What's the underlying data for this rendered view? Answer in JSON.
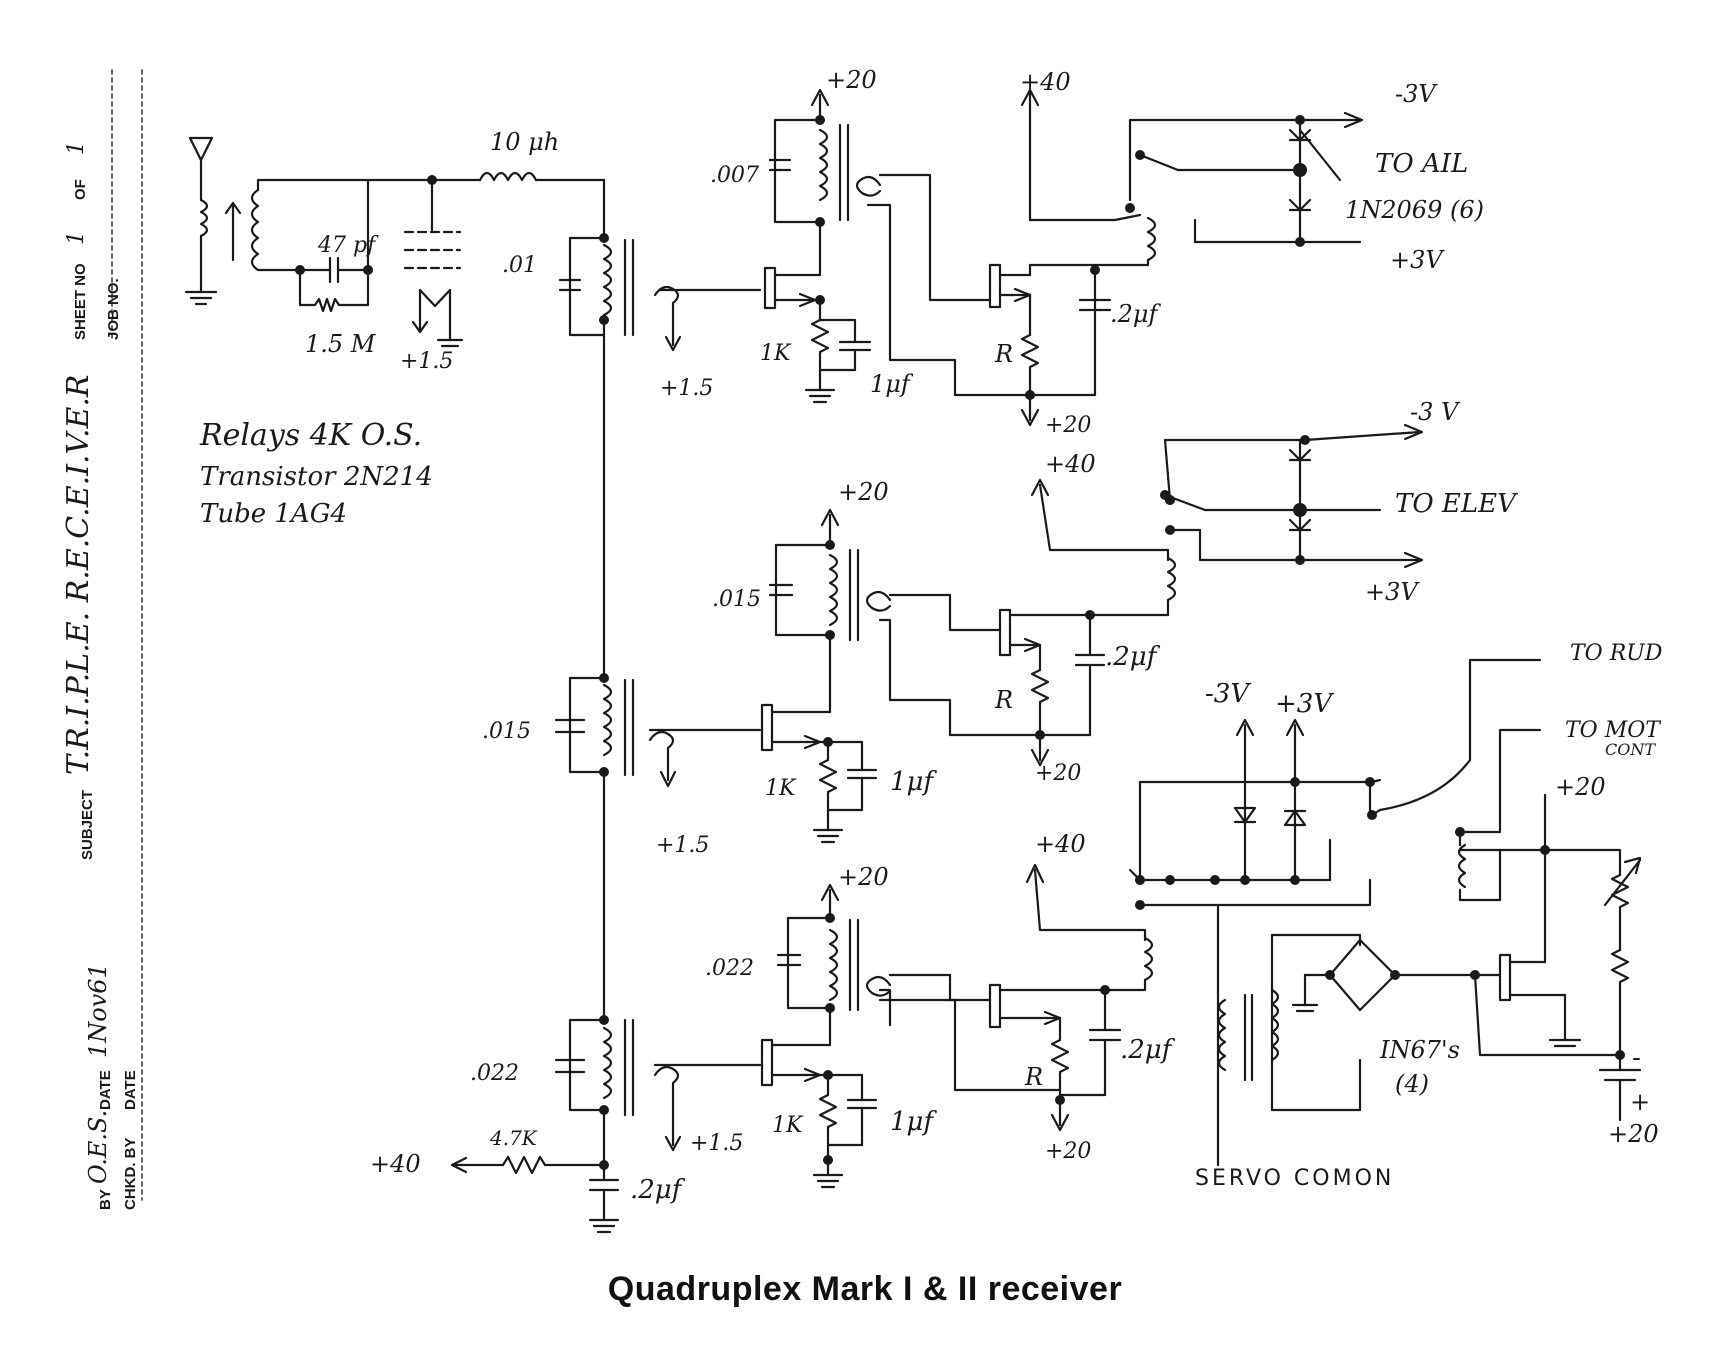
{
  "title_block": {
    "sheet_no_label": "SHEET NO",
    "sheet_no": "1",
    "of_label": "OF",
    "of_value": "1",
    "job_no_label": "JOB NO.",
    "subject_label": "SUBJECT",
    "subject": "T.R.I.P.L.E.   R.E.C.E.I.V.E.R",
    "by_label": "BY",
    "by": "O.E.S.",
    "date_label": "DATE",
    "date": "1Nov61",
    "chkd_label": "CHKD. BY",
    "chkd_date_label": "DATE"
  },
  "notes": {
    "line1": "Relays   4K   O.S.",
    "line2": "Transistor   2N214",
    "line3": "Tube       1AG4"
  },
  "labels": {
    "inductor_10uh": "10 μh",
    "cap_47pf": "47 pf",
    "res_15m": "1.5 M",
    "v15_tube": "+1.5",
    "cap_01": ".01",
    "cap_007": ".007",
    "v20_a": "+20",
    "v15_a": "+1.5",
    "res_1k_a": "1K",
    "cap_1uf_a": "1μf",
    "v40_a": "+40",
    "cap_2uf_a": ".2μf",
    "res_r_a": "R",
    "v20_a2": "+20",
    "v_neg3_a": "-3V",
    "to_ail": "TO  AIL",
    "diodes_ail": "1N2069 (6)",
    "v_pos3_a": "+3V",
    "cap_015_b": ".015",
    "cap_015_b1": ".015",
    "v20_b": "+20",
    "v15_b": "+1.5",
    "res_1k_b": "1K",
    "cap_1uf_b": "1μf",
    "v40_b": "+40",
    "cap_2uf_b": ".2μf",
    "res_r_b": "R",
    "v20_b2": "+20",
    "v_neg3_b": "-3 V",
    "to_elev": "TO   ELEV",
    "v_pos3_b": "+3V",
    "cap_022_c": ".022",
    "cap_022_c1": ".022",
    "v20_c": "+20",
    "v15_c": "+1.5",
    "res_1k_c": "1K",
    "cap_1uf_c": "1μf",
    "v40_c": "+40",
    "cap_2uf_c": ".2μf",
    "res_r_c": "R",
    "v20_c2": "+20",
    "v40_in": "+40",
    "res_47k": "4.7K",
    "cap_2uf_in": ".2μf",
    "v_neg3_r": "-3V",
    "v_pos3_r": "+3V",
    "to_rud": "TO RUD",
    "to_mot": "TO  MOT",
    "cont": "CONT",
    "v20_r": "+20",
    "in67": "IN67's",
    "in67_n": "(4)",
    "v20_r2": "+20",
    "servo": "SERVO COMON",
    "minus": "-",
    "plus": "+"
  },
  "caption": "Quadruplex Mark I & II receiver"
}
